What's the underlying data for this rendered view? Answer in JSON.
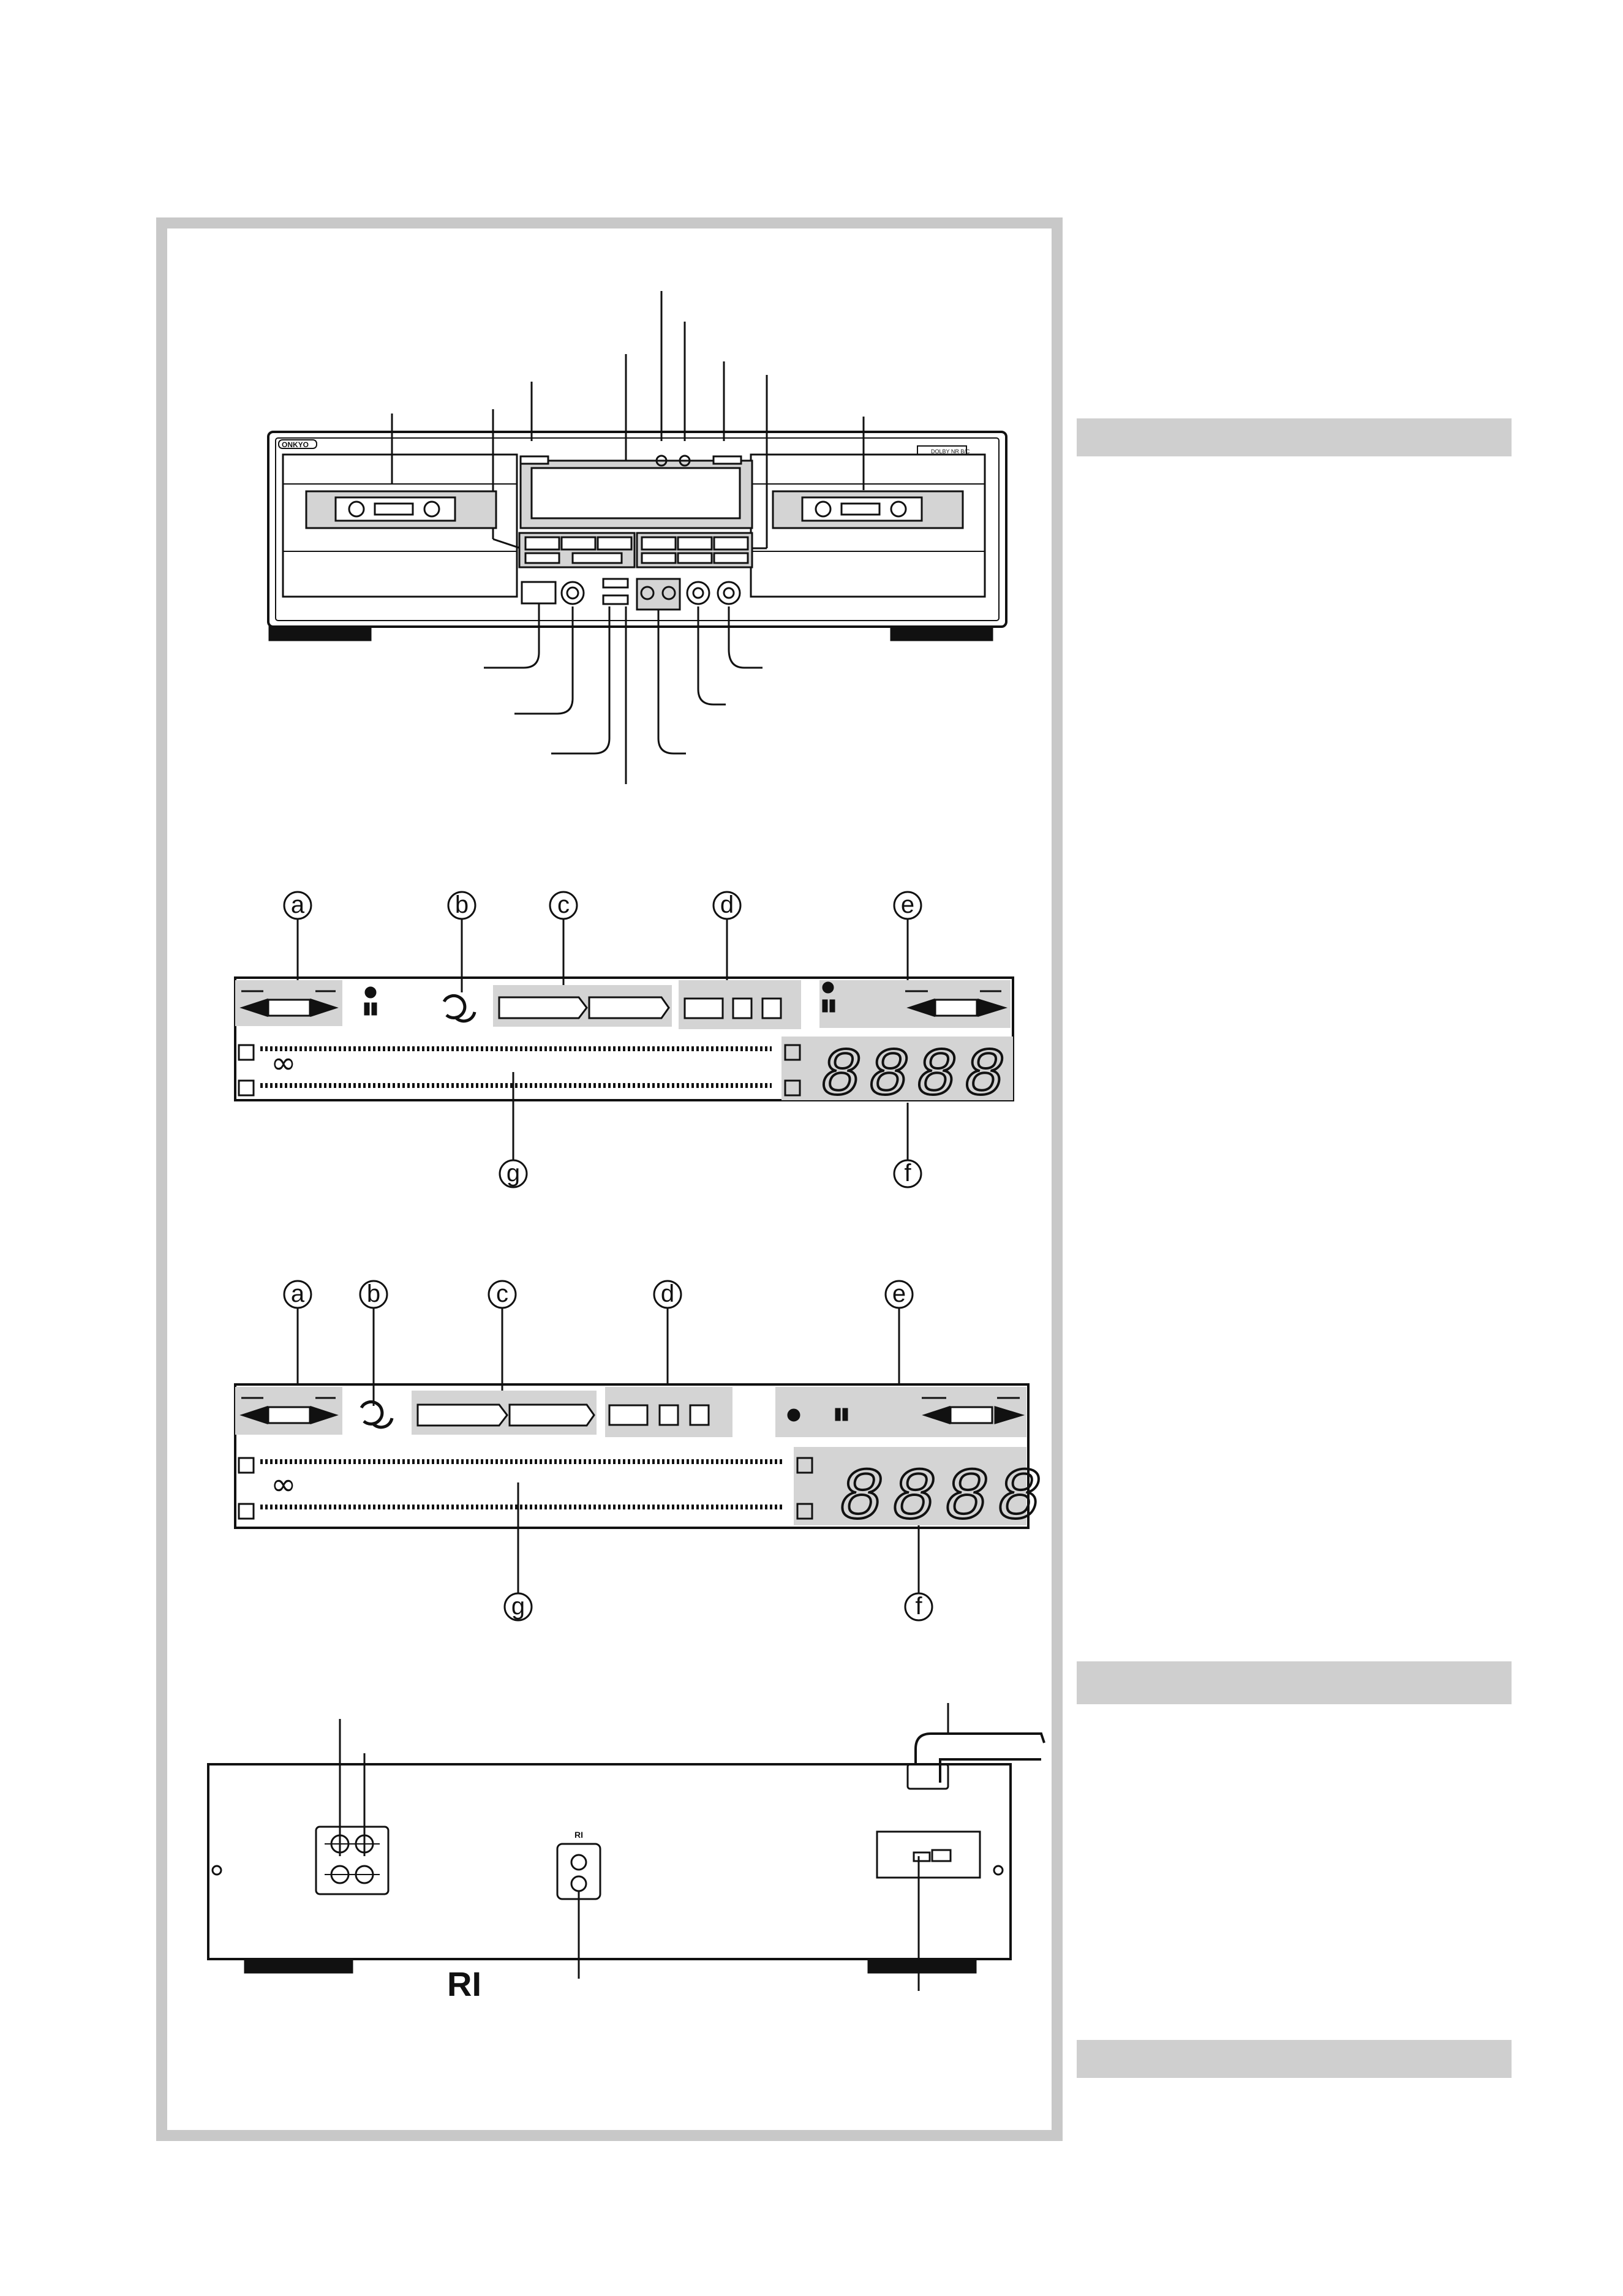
{
  "front_panel": {
    "brand": "ONKYO",
    "logo_badge": "DOLBY NR B/C"
  },
  "display_panel_1": {
    "callouts": [
      "a",
      "b",
      "c",
      "d",
      "e",
      "f",
      "g"
    ],
    "counter_digits": "8888"
  },
  "display_panel_2": {
    "callouts": [
      "a",
      "b",
      "c",
      "d",
      "e",
      "f",
      "g"
    ],
    "counter_digits": "8888"
  },
  "rear_panel": {
    "ri_jack_label": "RI",
    "ri_logo": "RI"
  },
  "colors": {
    "frame": "#c8c8c8",
    "section_bar": "#cfcfcf",
    "panel_shade": "#d4d4d4",
    "line": "#111111"
  }
}
